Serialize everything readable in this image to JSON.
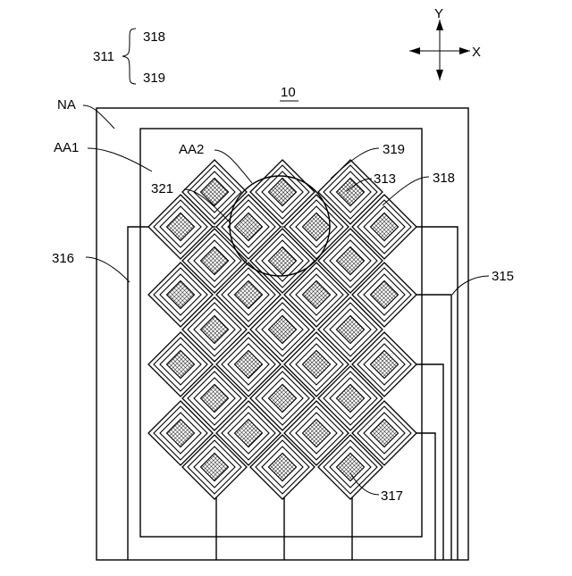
{
  "figure": {
    "ref_main": "10",
    "labels": {
      "NA": "NA",
      "AA1": "AA1",
      "AA2": "AA2",
      "l311": "311",
      "l318_top": "318",
      "l319_top": "319",
      "l319": "319",
      "l313": "313",
      "l318": "318",
      "l321": "321",
      "l316": "316",
      "l315": "315",
      "l317": "317"
    },
    "axes": {
      "x": "X",
      "y": "Y"
    }
  }
}
